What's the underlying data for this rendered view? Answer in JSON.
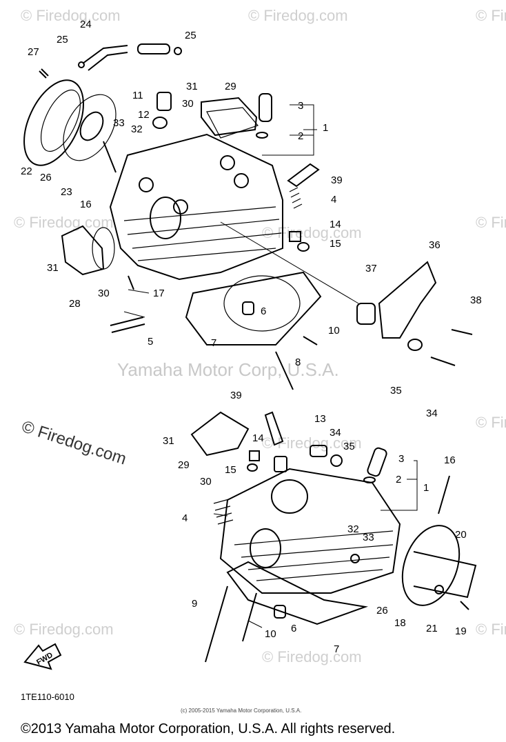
{
  "watermark": {
    "center": "Yamaha Motor Corp, U.S.A.",
    "side": "© Firedog.com",
    "tile": "© Firedog.com"
  },
  "diagram": {
    "code": "1TE110-6010",
    "small_copyright": "(c) 2005-2015 Yamaha Motor Corporation, U.S.A.",
    "footer_copyright": "©2013 Yamaha Motor Corporation, U.S.A. All rights reserved.",
    "fwd_label": "FWD",
    "callouts_top": [
      "24",
      "25",
      "25",
      "27",
      "31",
      "29",
      "11",
      "30",
      "3",
      "12",
      "2",
      "1",
      "33",
      "32",
      "22",
      "26",
      "23",
      "16",
      "39",
      "4",
      "14",
      "31",
      "15",
      "30",
      "28",
      "36",
      "37",
      "17",
      "6",
      "38",
      "5",
      "7",
      "10",
      "8",
      "35",
      "34"
    ],
    "callouts_bottom": [
      "39",
      "13",
      "31",
      "34",
      "14",
      "35",
      "3",
      "29",
      "30",
      "15",
      "16",
      "2",
      "1",
      "4",
      "32",
      "33",
      "20",
      "9",
      "26",
      "18",
      "21",
      "19",
      "6",
      "10",
      "7"
    ]
  }
}
